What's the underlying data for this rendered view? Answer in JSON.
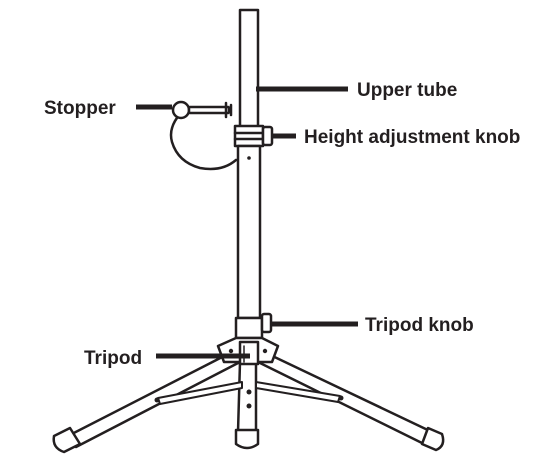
{
  "diagram": {
    "labels": {
      "upper_tube": "Upper tube",
      "stopper": "Stopper",
      "height_adjustment_knob": "Height adjustment knob",
      "tripod_knob": "Tripod knob",
      "tripod": "Tripod"
    },
    "colors": {
      "line": "#231f20",
      "fill": "#ffffff"
    }
  }
}
